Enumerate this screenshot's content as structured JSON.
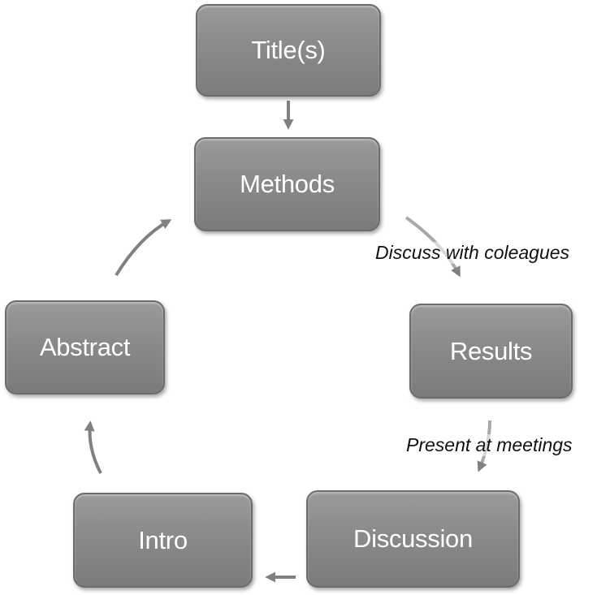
{
  "nodes": {
    "titles": "Title(s)",
    "methods": "Methods",
    "results": "Results",
    "discussion": "Discussion",
    "intro": "Intro",
    "abstract": "Abstract"
  },
  "edge_labels": {
    "methods_to_results": "Discuss with coleagues",
    "results_to_discussion": "Present at meetings"
  },
  "colors": {
    "box_fill": "#8a8a8a",
    "box_text": "#ffffff",
    "arrow": "#808080",
    "background": "#ffffff"
  }
}
